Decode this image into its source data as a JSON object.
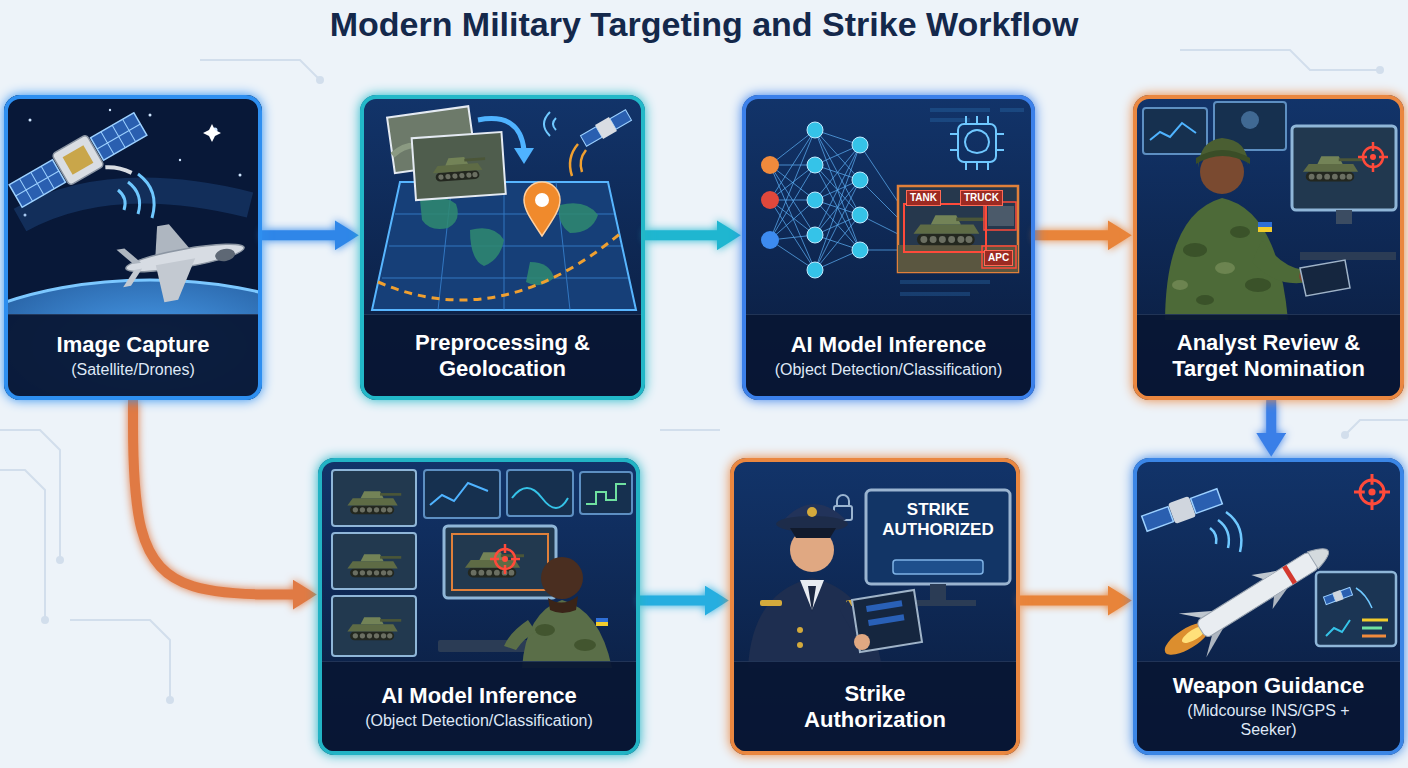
{
  "diagram": {
    "title": "Modern Military Targeting and Strike Workflow",
    "nodes": [
      {
        "text": [
          "Image Capture",
          "(Satellite/Drones)"
        ]
      },
      {
        "text": [
          "Preprocessing & Geolocation"
        ]
      },
      {
        "text": [
          "AI Model Inference",
          "(Object Detection/Classification)"
        ]
      },
      {
        "text": [
          "Analyst Review & Target Nomination"
        ]
      },
      {
        "text": [
          "AI Model Inference",
          "(Object Detection/Classification)"
        ]
      },
      {
        "text": [
          "Strike Authorization"
        ]
      },
      {
        "text": [
          "Weapon Guidance",
          "(Midcourse INS/GPS + Seeker)"
        ]
      }
    ],
    "edges": [
      {
        "from": 0,
        "to": 1,
        "arrow": "to"
      },
      {
        "from": 1,
        "to": 2,
        "arrow": "to"
      },
      {
        "from": 2,
        "to": 3,
        "arrow": "to"
      },
      {
        "from": 3,
        "to": 6,
        "arrow": "to"
      },
      {
        "from": 0,
        "to": 4,
        "arrow": "to"
      },
      {
        "from": 4,
        "to": 5,
        "arrow": "to"
      },
      {
        "from": 5,
        "to": 6,
        "arrow": "to"
      }
    ],
    "labels": [
      "TANK",
      "TRUCK",
      "APC",
      "STRIKE AUTHORIZED"
    ]
  }
}
